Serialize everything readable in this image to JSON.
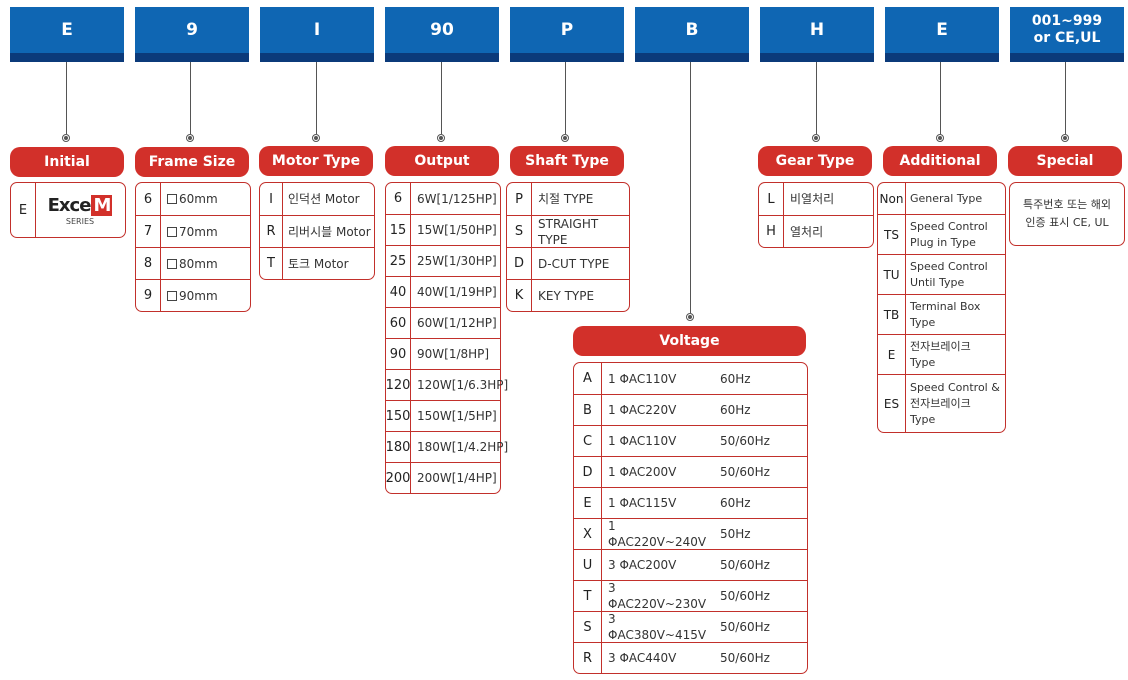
{
  "header_codes": [
    "E",
    "9",
    "I",
    "90",
    "P",
    "B",
    "H",
    "E",
    "001~999\nor CE,UL"
  ],
  "categories": {
    "initial": "Initial",
    "frame_size": "Frame Size",
    "motor_type": "Motor Type",
    "output": "Output",
    "shaft_type": "Shaft Type",
    "voltage": "Voltage",
    "gear_type": "Gear Type",
    "additional": "Additional",
    "special": "Special"
  },
  "initial": {
    "code": "E",
    "logo_text": "Exce",
    "logo_accent": "M",
    "logo_sub": "SERIES"
  },
  "frame_size": [
    {
      "code": "6",
      "desc": "60mm"
    },
    {
      "code": "7",
      "desc": "70mm"
    },
    {
      "code": "8",
      "desc": "80mm"
    },
    {
      "code": "9",
      "desc": "90mm"
    }
  ],
  "motor_type": [
    {
      "code": "I",
      "desc": "인덕션 Motor"
    },
    {
      "code": "R",
      "desc": "리버시블 Motor"
    },
    {
      "code": "T",
      "desc": "토크 Motor"
    }
  ],
  "output": [
    {
      "code": "6",
      "desc": "6W[1/125HP]"
    },
    {
      "code": "15",
      "desc": "15W[1/50HP]"
    },
    {
      "code": "25",
      "desc": "25W[1/30HP]"
    },
    {
      "code": "40",
      "desc": "40W[1/19HP]"
    },
    {
      "code": "60",
      "desc": "60W[1/12HP]"
    },
    {
      "code": "90",
      "desc": "90W[1/8HP]"
    },
    {
      "code": "120",
      "desc": "120W[1/6.3HP]"
    },
    {
      "code": "150",
      "desc": "150W[1/5HP]"
    },
    {
      "code": "180",
      "desc": "180W[1/4.2HP]"
    },
    {
      "code": "200",
      "desc": "200W[1/4HP]"
    }
  ],
  "shaft_type": [
    {
      "code": "P",
      "desc": "치절 TYPE"
    },
    {
      "code": "S",
      "desc": "STRAIGHT TYPE"
    },
    {
      "code": "D",
      "desc": "D-CUT TYPE"
    },
    {
      "code": "K",
      "desc": "KEY TYPE"
    }
  ],
  "voltage": [
    {
      "code": "A",
      "desc": "1 ΦAC110V",
      "freq": "60Hz"
    },
    {
      "code": "B",
      "desc": "1 ΦAC220V",
      "freq": "60Hz"
    },
    {
      "code": "C",
      "desc": "1 ΦAC110V",
      "freq": "50/60Hz"
    },
    {
      "code": "D",
      "desc": "1 ΦAC200V",
      "freq": "50/60Hz"
    },
    {
      "code": "E",
      "desc": "1 ΦAC115V",
      "freq": "60Hz"
    },
    {
      "code": "X",
      "desc": "1 ΦAC220V~240V",
      "freq": "50Hz"
    },
    {
      "code": "U",
      "desc": "3 ΦAC200V",
      "freq": "50/60Hz"
    },
    {
      "code": "T",
      "desc": "3 ΦAC220V~230V",
      "freq": "50/60Hz"
    },
    {
      "code": "S",
      "desc": "3 ΦAC380V~415V",
      "freq": "50/60Hz"
    },
    {
      "code": "R",
      "desc": "3 ΦAC440V",
      "freq": "50/60Hz"
    }
  ],
  "gear_type": [
    {
      "code": "L",
      "desc": "비열처리"
    },
    {
      "code": "H",
      "desc": "열처리"
    }
  ],
  "additional": [
    {
      "code": "Non",
      "desc": "General Type"
    },
    {
      "code": "TS",
      "desc": "Speed Control\nPlug in Type"
    },
    {
      "code": "TU",
      "desc": "Speed Control\nUntil Type"
    },
    {
      "code": "TB",
      "desc": "Terminal Box\nType"
    },
    {
      "code": "E",
      "desc": "전자브레이크\nType"
    },
    {
      "code": "ES",
      "desc": "Speed Control &\n전자브레이크\nType"
    }
  ],
  "special": {
    "desc": "특주번호 또는 해외\n인증 표시 CE, UL"
  },
  "colors": {
    "header_blue": "#0f66b3",
    "header_dark": "#0b3a7a",
    "accent_red": "#d2302a"
  }
}
